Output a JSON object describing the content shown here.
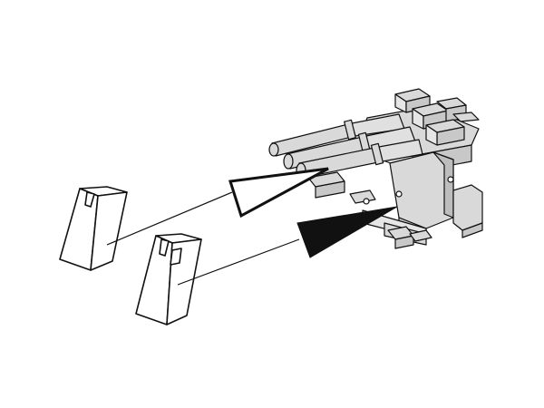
{
  "diagram": {
    "kind": "assembly-instruction",
    "colors": {
      "background": "#ffffff",
      "outline": "#111111",
      "part_fill": "#ffffff",
      "model_fill": "#d9d9d9",
      "model_shadow": "#bdbdbd",
      "open_arrow_fill": "#ffffff",
      "solid_arrow_fill": "#111111"
    },
    "parts": [
      {
        "id": "part-a",
        "icon": "small-block-part",
        "arrow": "open-triangle-arrow"
      },
      {
        "id": "part-b",
        "icon": "small-block-part",
        "arrow": "solid-triangle-arrow"
      }
    ],
    "assembly": {
      "icon": "triple-barrel-gun-turret"
    }
  }
}
